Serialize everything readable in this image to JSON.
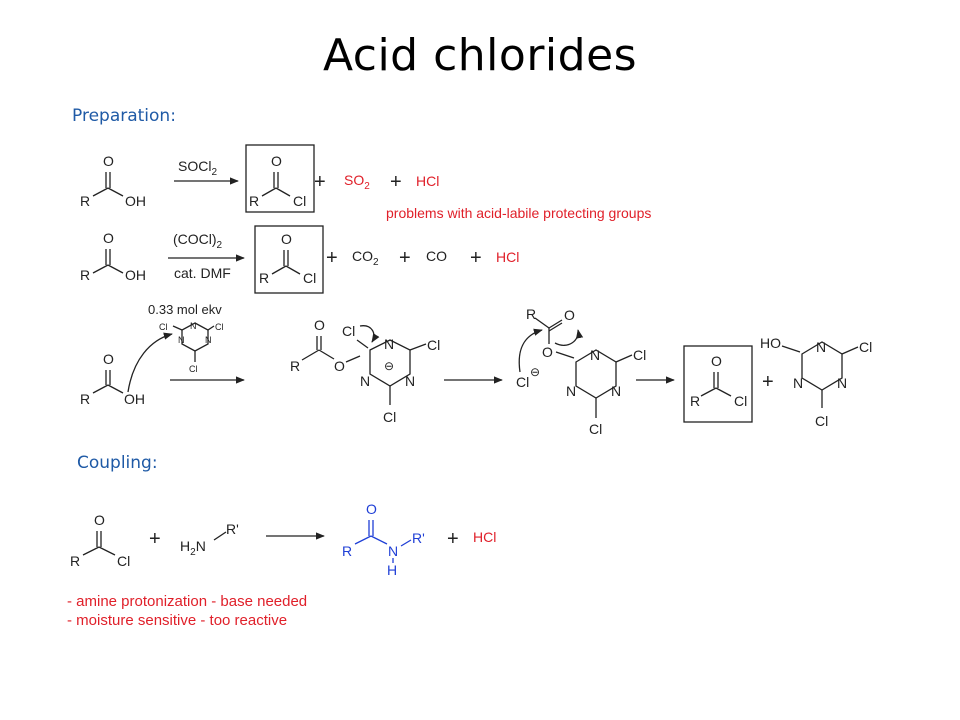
{
  "title": "Acid chlorides",
  "sections": {
    "preparation": "Preparation:",
    "coupling": "Coupling:"
  },
  "atoms": {
    "O": "O",
    "OH": "OH",
    "R": "R",
    "Cl": "Cl",
    "HO": "HO",
    "N": "N",
    "H": "H",
    "Rprime": "R'",
    "H2N_H": "H",
    "H2N_2": "2",
    "H2N_N": "N"
  },
  "reagents": {
    "socl2_main": "SOCl",
    "socl2_sub": "2",
    "oxalyl_main": "(COCl)",
    "oxalyl_sub": "2",
    "dmf": "cat. DMF",
    "cyanuric_amount": "0.33 mol ekv"
  },
  "byproducts": {
    "so2_main": "SO",
    "so2_sub": "2",
    "co2_main": "CO",
    "co2_sub": "2",
    "co": "CO",
    "hcl": "HCl",
    "plus": "+"
  },
  "charges": {
    "minus": "⊖"
  },
  "notes": {
    "acid_labile": "problems with acid-labile protecting groups",
    "amine": "- amine protonization - base needed",
    "moisture": "- moisture sensitive  - too reactive"
  },
  "colors": {
    "heading": "#1f5aa6",
    "note": "#e0202a",
    "amide": "#1f3fd6",
    "ink": "#222222"
  }
}
